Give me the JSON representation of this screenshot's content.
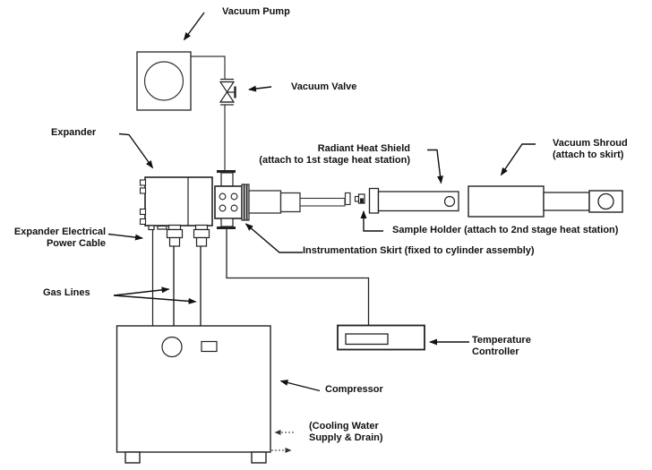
{
  "diagram": {
    "background": "#ffffff",
    "line_color": "#222222",
    "labels": {
      "vacuum_pump": "Vacuum Pump",
      "vacuum_valve": "Vacuum Valve",
      "expander": "Expander",
      "expander_electrical_power_cable": [
        "Expander Electrical",
        "Power Cable"
      ],
      "gas_lines": "Gas Lines",
      "radiant_heat_shield": [
        "Radiant Heat Shield",
        "(attach to 1st stage heat station)"
      ],
      "vacuum_shroud": [
        "Vacuum Shroud",
        "(attach to skirt)"
      ],
      "sample_holder": "Sample Holder (attach to 2nd stage heat station)",
      "instrumentation_skirt": "Instrumentation Skirt (fixed to cylinder assembly)",
      "temperature_controller": [
        "Temperature",
        "Controller"
      ],
      "compressor": "Compressor",
      "cooling_water": [
        "(Cooling Water",
        "Supply & Drain)"
      ]
    }
  }
}
